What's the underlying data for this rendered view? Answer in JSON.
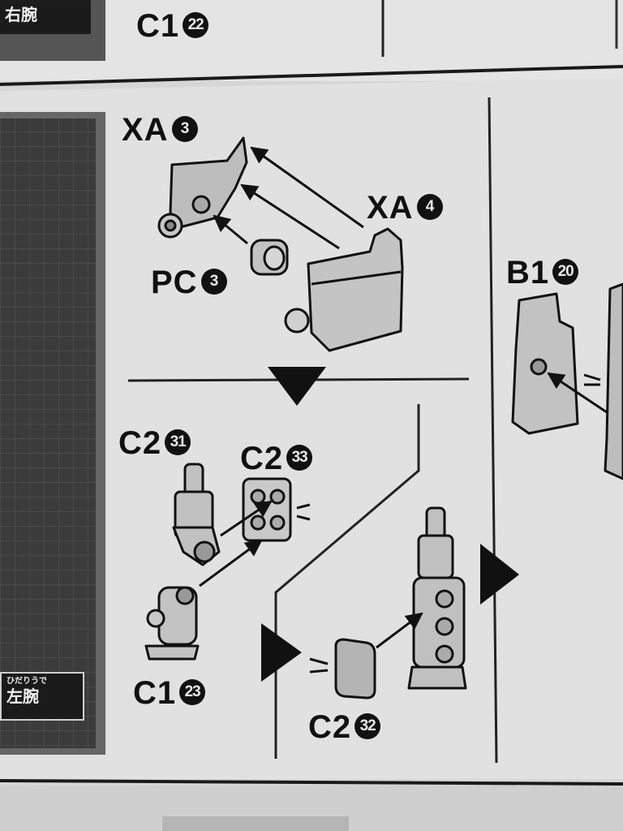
{
  "top_panel": {
    "side_label": "右腕",
    "part": {
      "code": "C1",
      "num": "22"
    }
  },
  "upper_step": {
    "parts": [
      {
        "code": "XA",
        "num": "3"
      },
      {
        "code": "XA",
        "num": "4"
      },
      {
        "code": "PC",
        "num": "3"
      }
    ]
  },
  "lower_step": {
    "parts": [
      {
        "code": "C2",
        "num": "31"
      },
      {
        "code": "C2",
        "num": "33"
      },
      {
        "code": "C1",
        "num": "23"
      },
      {
        "code": "C2",
        "num": "32"
      }
    ]
  },
  "right_panel": {
    "part": {
      "code": "B1",
      "num": "20"
    }
  },
  "left_sidebar": {
    "ruby": "ひだりうで",
    "label": "左腕"
  },
  "colors": {
    "paper": "#dedede",
    "ink": "#111111",
    "part_fill": "#b9b9b9",
    "grid_bg": "#3a3a3a"
  }
}
